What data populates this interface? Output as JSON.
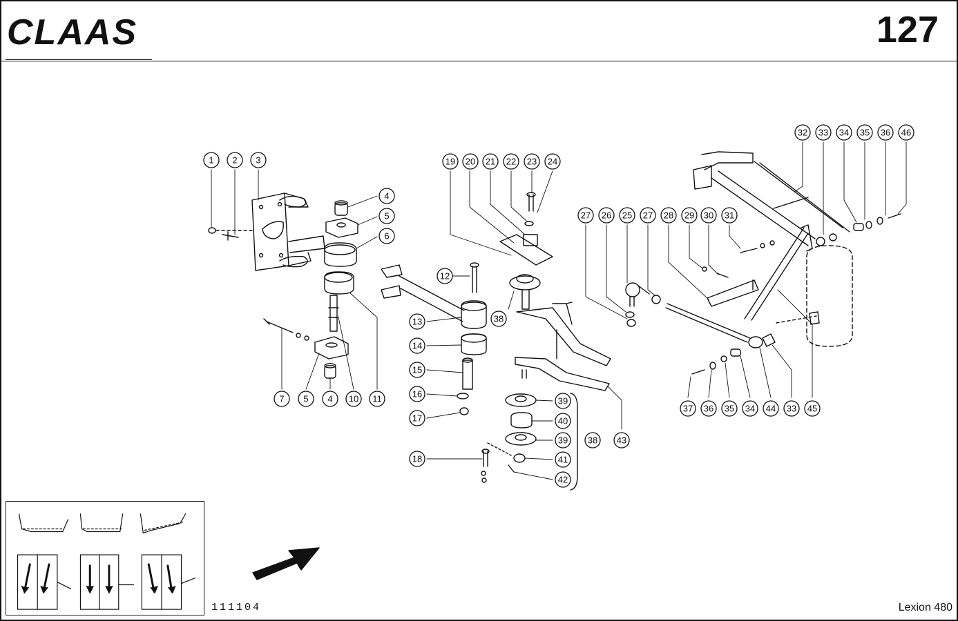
{
  "header": {
    "brand": "CLAAS",
    "page_number": "127"
  },
  "footer": {
    "drawing_code": "111104",
    "model": "Lexion 480"
  },
  "callouts": {
    "c1": "1",
    "c2": "2",
    "c3": "3",
    "c4a": "4",
    "c5a": "5",
    "c6": "6",
    "c7": "7",
    "c5b": "5",
    "c4b": "4",
    "c10": "10",
    "c11": "11",
    "c12": "12",
    "c13": "13",
    "c14": "14",
    "c15": "15",
    "c16": "16",
    "c17": "17",
    "c18": "18",
    "c19": "19",
    "c20": "20",
    "c21": "21",
    "c22": "22",
    "c23": "23",
    "c24": "24",
    "c38a": "38",
    "c39a": "39",
    "c40": "40",
    "c39b": "39",
    "c41": "41",
    "c42": "42",
    "c38b": "38",
    "c43": "43",
    "c27a": "27",
    "c26": "26",
    "c25": "25",
    "c27b": "27",
    "c28": "28",
    "c29": "29",
    "c30": "30",
    "c31": "31",
    "c32": "32",
    "c33a": "33",
    "c34a": "34",
    "c35a": "35",
    "c36a": "36",
    "c46": "46",
    "c37": "37",
    "c36b": "36",
    "c35b": "35",
    "c34b": "34",
    "c44": "44",
    "c33b": "33",
    "c45": "45"
  }
}
